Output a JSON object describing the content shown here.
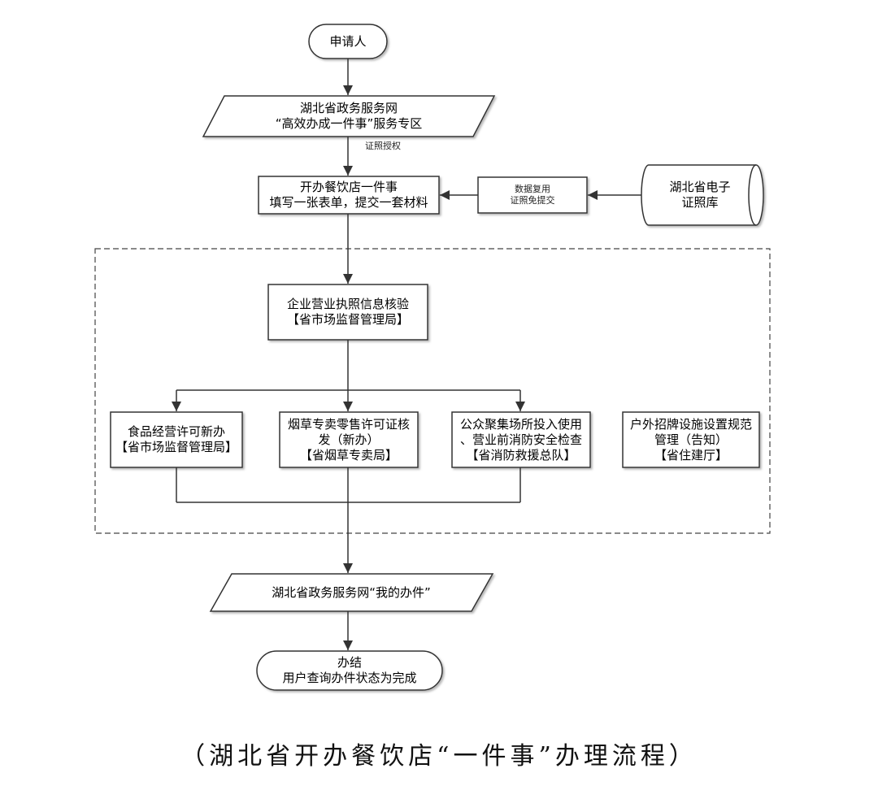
{
  "nodes": {
    "applicant": "申请人",
    "portal": [
      "湖北省政务服务网",
      "“高效办成一件事”服务专区"
    ],
    "auth_label": "证照授权",
    "apply": [
      "开办餐饮店一件事",
      "填写一张表单，提交一套材料"
    ],
    "reuse": [
      "数据复用",
      "证照免提交"
    ],
    "license_db": [
      "湖北省电子",
      "证照库"
    ],
    "verify": [
      "企业营业执照信息核验",
      "【省市场监督管理局】"
    ],
    "food": [
      "食品经营许可新办",
      "【省市场监督管理局】"
    ],
    "tobacco": [
      "烟草专卖零售许可证核",
      "发（新办）",
      "【省烟草专卖局】"
    ],
    "fire": [
      "公众聚集场所投入使用",
      "、营业前消防安全检查",
      "【省消防救援总队】"
    ],
    "sign": [
      "户外招牌设施设置规范",
      "管理（告知）",
      "【省住建厅】"
    ],
    "my_affairs": "湖北省政务服务网“我的办件”",
    "finish": [
      "办结",
      "用户查询办件状态为完成"
    ]
  },
  "caption": "（湖北省开办餐饮店“一件事”办理流程）"
}
